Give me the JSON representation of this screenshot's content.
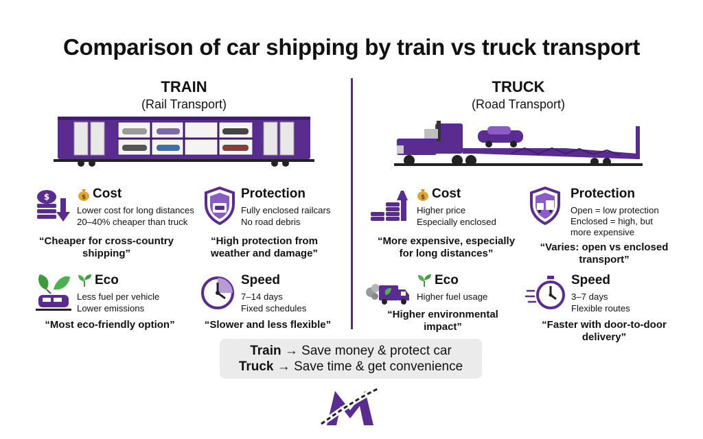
{
  "title": "Comparison of car shipping by train vs truck transport",
  "train": {
    "heading": "TRAIN",
    "subheading": "(Rail Transport)",
    "cost": {
      "title": "Cost",
      "lines": [
        "Lower cost for long distances",
        "20–40% cheaper than truck"
      ],
      "quote": [
        "“Cheaper for cross-country",
        "shipping”"
      ]
    },
    "protection": {
      "title": "Protection",
      "lines": [
        "Fully enclosed railcars",
        "No road debris"
      ],
      "quote": [
        "“High protection from",
        "weather and damage”"
      ]
    },
    "eco": {
      "title": "Eco",
      "lines": [
        "Less fuel per vehicle",
        "Lower emissions"
      ],
      "quote": [
        "“Most eco-friendly option”"
      ]
    },
    "speed": {
      "title": "Speed",
      "lines": [
        "7–14 days",
        "Fixed schedules"
      ],
      "quote": [
        "“Slower and less flexible”"
      ]
    }
  },
  "truck": {
    "heading": "TRUCK",
    "subheading": "(Road Transport)",
    "cost": {
      "title": "Cost",
      "lines": [
        "Higher price",
        "Especially enclosed"
      ],
      "quote": [
        "“More expensive, especially",
        "for long distances”"
      ]
    },
    "protection": {
      "title": "Protection",
      "lines": [
        "Open = low protection",
        "Enclosed = high, but",
        "more expensive"
      ],
      "quote": [
        "“Varies: open vs enclosed",
        "transport”"
      ]
    },
    "eco": {
      "title": "Eco",
      "lines": [
        "Higher fuel usage"
      ],
      "quote": [
        "“Higher environmental",
        "impact”"
      ]
    },
    "speed": {
      "title": "Speed",
      "lines": [
        "3–7 days",
        "Flexible routes"
      ],
      "quote": [
        "“Faster with door-to-door",
        "delivery”"
      ]
    }
  },
  "summary": {
    "train_label": "Train",
    "train_text": "→ Save money & protect car",
    "truck_label": "Truck",
    "truck_text": "→ Save time & get convenience"
  },
  "colors": {
    "purple": "#5b2c8f",
    "purple_light": "#8a5cc4",
    "green": "#3f9b3a",
    "gray_panel": "#ebebeb"
  },
  "icons": {
    "cost": "money-bag-icon",
    "eco": "sprout-icon",
    "protection": "shield-icon",
    "speed": "clock-icon"
  }
}
